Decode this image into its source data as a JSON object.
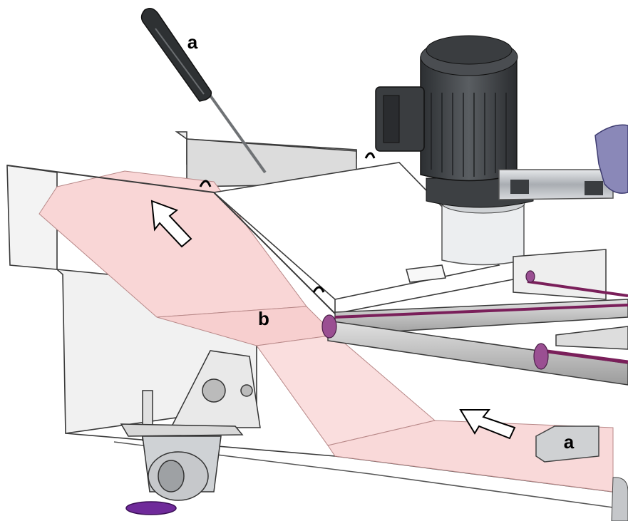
{
  "labels": {
    "handle_label": "a",
    "chute_label": "b",
    "drain_label": "a"
  },
  "colors": {
    "chute_fill": "#f9d7d7",
    "frame_fill": "#f4f4f4",
    "frame_stroke": "#3a3a3a",
    "motor_dark": "#3b3e41",
    "pipe_metal": "#c9ccd0",
    "pipe_purple": "#8a88b8",
    "clamp_purple": "#9a4f92",
    "rail_purple": "#7a1f5a",
    "wheel_purple": "#6f2a9a"
  },
  "icons": [
    "arrow-up-left-icon",
    "arrow-up-left-icon"
  ]
}
